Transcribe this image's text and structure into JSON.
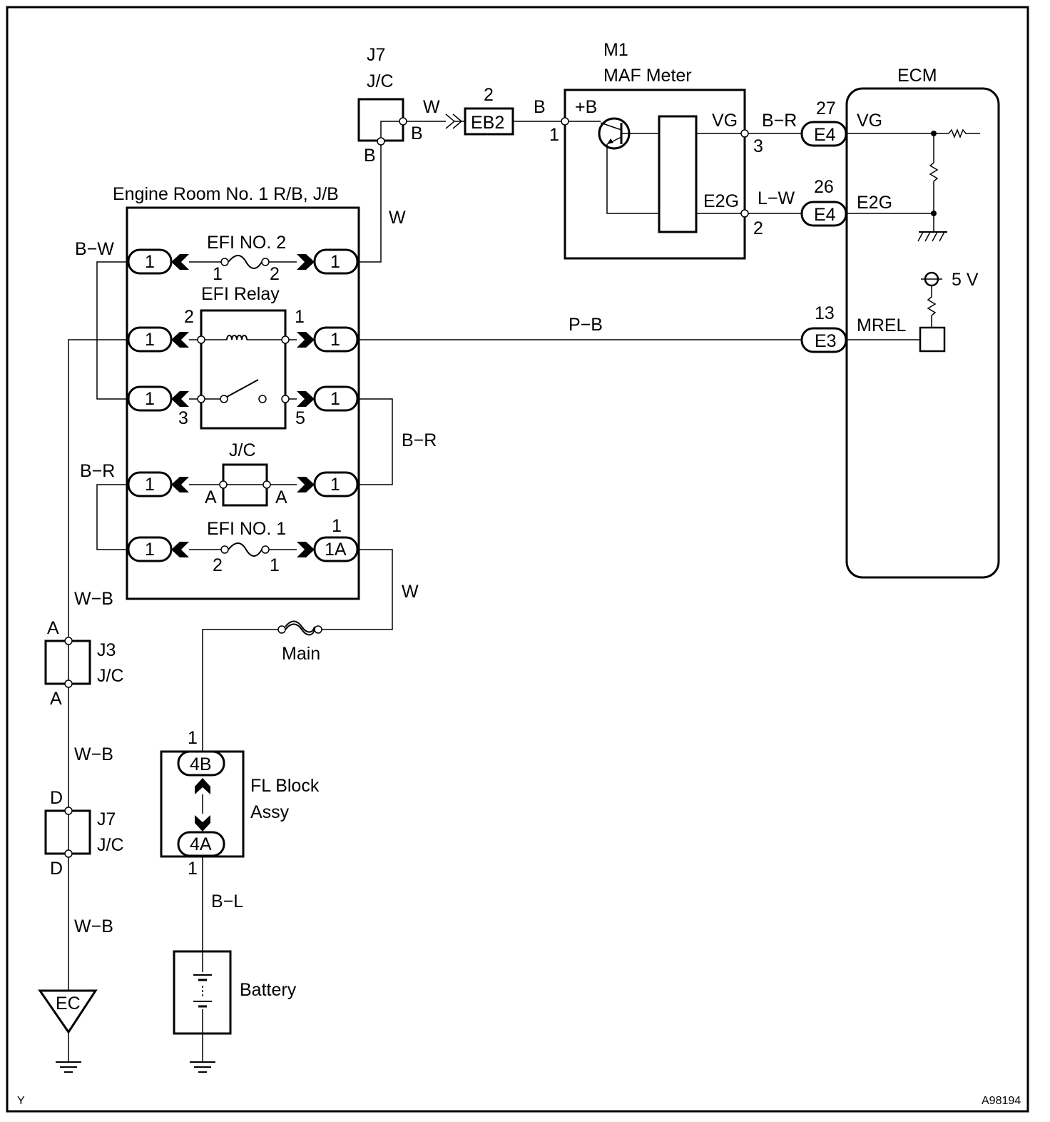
{
  "components": {
    "j7_top": {
      "ref": "J7",
      "name": "J/C",
      "pin_out": "B",
      "pin_in": "B"
    },
    "eb2": {
      "pin": "2",
      "label": "EB2"
    },
    "maf": {
      "ref": "M1",
      "name": "MAF Meter",
      "pin_b_label": "+B",
      "pin_b": "1",
      "vg_label": "VG",
      "vg_pin": "3",
      "e2g_label": "E2G",
      "e2g_pin": "2"
    },
    "ecm": {
      "name": "ECM",
      "vg_pin": "27",
      "vg_conn": "E4",
      "vg_label": "VG",
      "e2g_pin": "26",
      "e2g_conn": "E4",
      "e2g_label": "E2G",
      "mrel_pin": "13",
      "mrel_conn": "E3",
      "mrel_label": "MREL",
      "supply": "5 V"
    },
    "relay_block": {
      "name": "Engine Room No. 1 R/B, J/B",
      "conn": "1",
      "conn_1a": "1A",
      "pin_1a_top": "1"
    },
    "efi_no2": {
      "name": "EFI NO. 2",
      "pin_l": "1",
      "pin_r": "2"
    },
    "efi_relay": {
      "name": "EFI Relay",
      "p2": "2",
      "p1": "1",
      "p3": "3",
      "p5": "5"
    },
    "jc_inner": {
      "name": "J/C",
      "pin_l": "A",
      "pin_r": "A"
    },
    "efi_no1": {
      "name": "EFI NO. 1",
      "pin_l": "2",
      "pin_r": "1"
    },
    "main_fuse": {
      "name": "Main"
    },
    "j3": {
      "ref": "J3",
      "name": "J/C",
      "pin_top": "A",
      "pin_bot": "A"
    },
    "j7_bot": {
      "ref": "J7",
      "name": "J/C",
      "pin_top": "D",
      "pin_bot": "D"
    },
    "fl_block": {
      "name_line1": "FL Block",
      "name_line2": "Assy",
      "conn_top": "4B",
      "conn_bot": "4A",
      "pin_top": "1",
      "pin_bot": "1"
    },
    "battery": {
      "name": "Battery"
    },
    "ground_ec": {
      "label": "EC"
    }
  },
  "wires": {
    "w1": "W",
    "b1": "B",
    "w2": "W",
    "br_vg": "B−R",
    "lw_e2g": "L−W",
    "bw": "B−W",
    "pb": "P−B",
    "br_right": "B−R",
    "br_left": "B−R",
    "w_main": "W",
    "wb1": "W−B",
    "wb2": "W−B",
    "wb3": "W−B",
    "bl": "B−L"
  },
  "corner": {
    "left": "Y",
    "right": "A98194"
  }
}
